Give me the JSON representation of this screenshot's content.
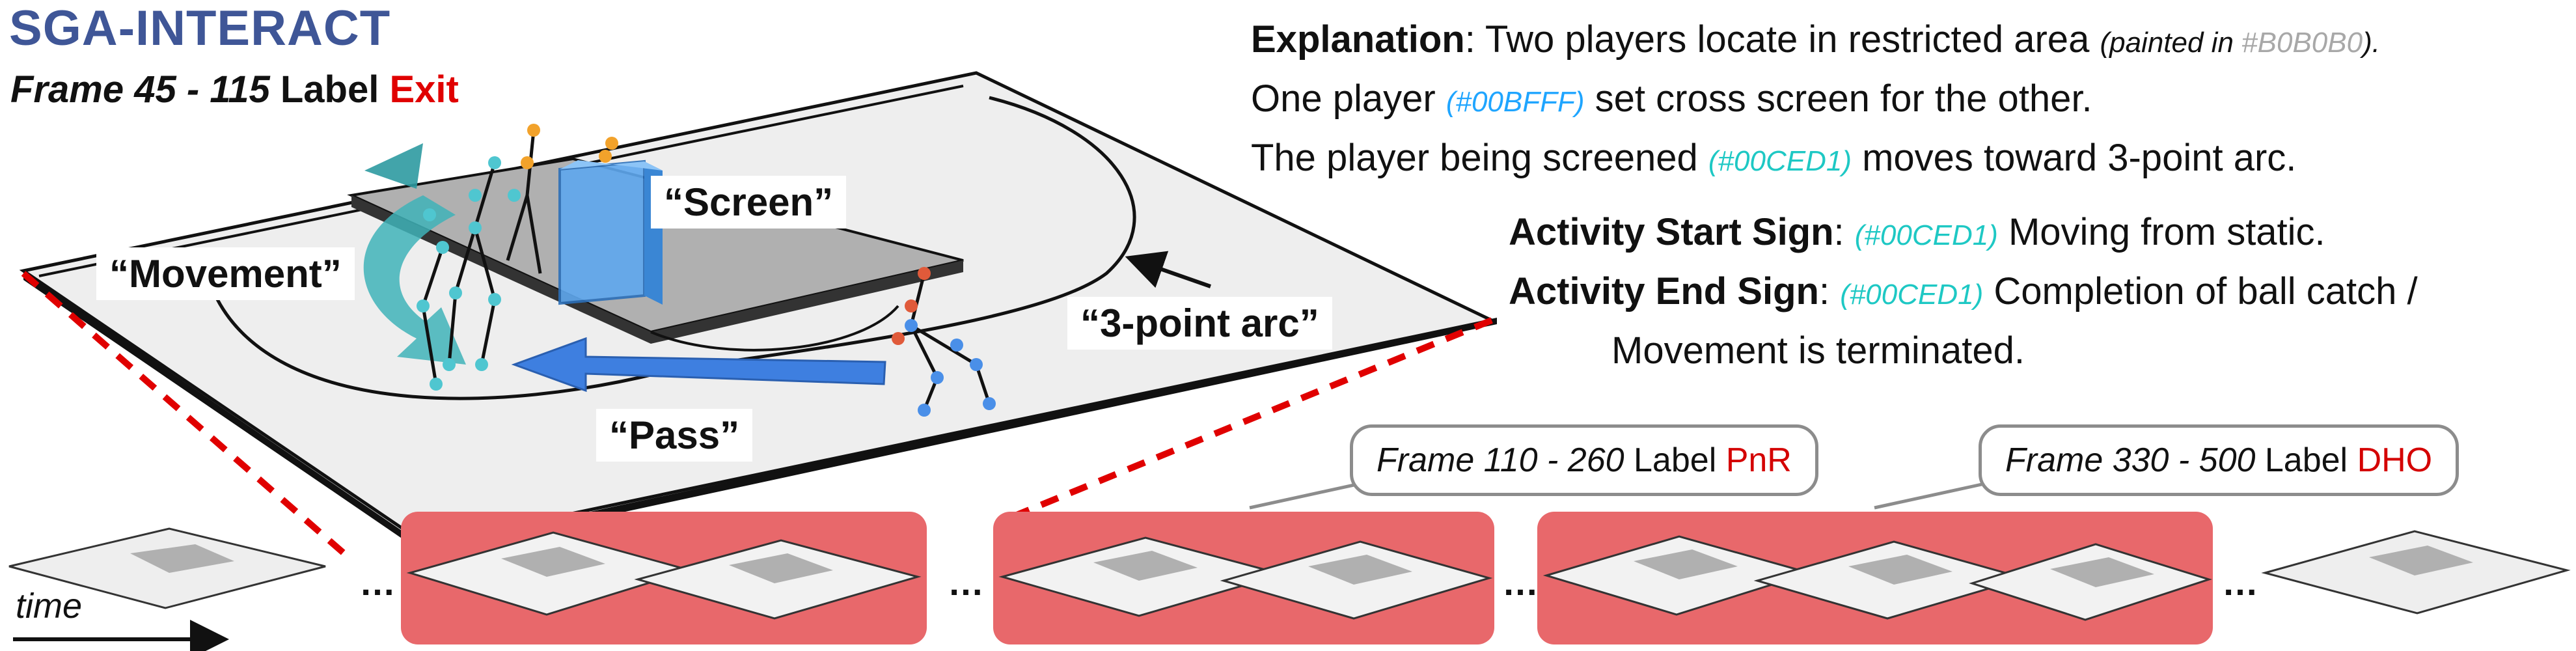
{
  "title": "SGA-INTERACT",
  "main_frame": {
    "frame_text": "Frame 45 - 115",
    "label_word": "Label",
    "label_value": "Exit"
  },
  "court_labels": {
    "movement": "“Movement”",
    "screen": "“Screen”",
    "pass": "“Pass”",
    "three_point": "“3-point arc”"
  },
  "explanation": {
    "heading": "Explanation",
    "line1_text": ": Two players locate in restricted area ",
    "line1_paren_open": "(painted in ",
    "line1_code": "#B0B0B0",
    "line1_paren_close": ").",
    "line2_pre": "One player ",
    "line2_code": "(#00BFFF)",
    "line2_post": " set cross screen for the other.",
    "line3_pre": "The player being screened ",
    "line3_code": "(#00CED1)",
    "line3_post": " moves toward 3-point arc."
  },
  "start_sign": {
    "heading": "Activity Start Sign",
    "colon": ": ",
    "code": "(#00CED1)",
    "text": " Moving from static."
  },
  "end_sign": {
    "heading": "Activity End Sign",
    "colon": ": ",
    "code": "(#00CED1)",
    "text": " Completion of ball catch /",
    "text2": "Movement is terminated."
  },
  "bubbles": [
    {
      "frame_text": "Frame 110 - 260",
      "label_word": "Label",
      "label_value": "PnR"
    },
    {
      "frame_text": "Frame 330 - 500",
      "label_word": "Label",
      "label_value": "DHO"
    }
  ],
  "ellipsis": "…",
  "time_label": "time",
  "colors": {
    "title": "#3f5697",
    "restricted": "#B0B0B0",
    "screener": "#00BFFF",
    "screened": "#00CED1",
    "segment": "#e8686b",
    "label_red": "#e00000"
  }
}
